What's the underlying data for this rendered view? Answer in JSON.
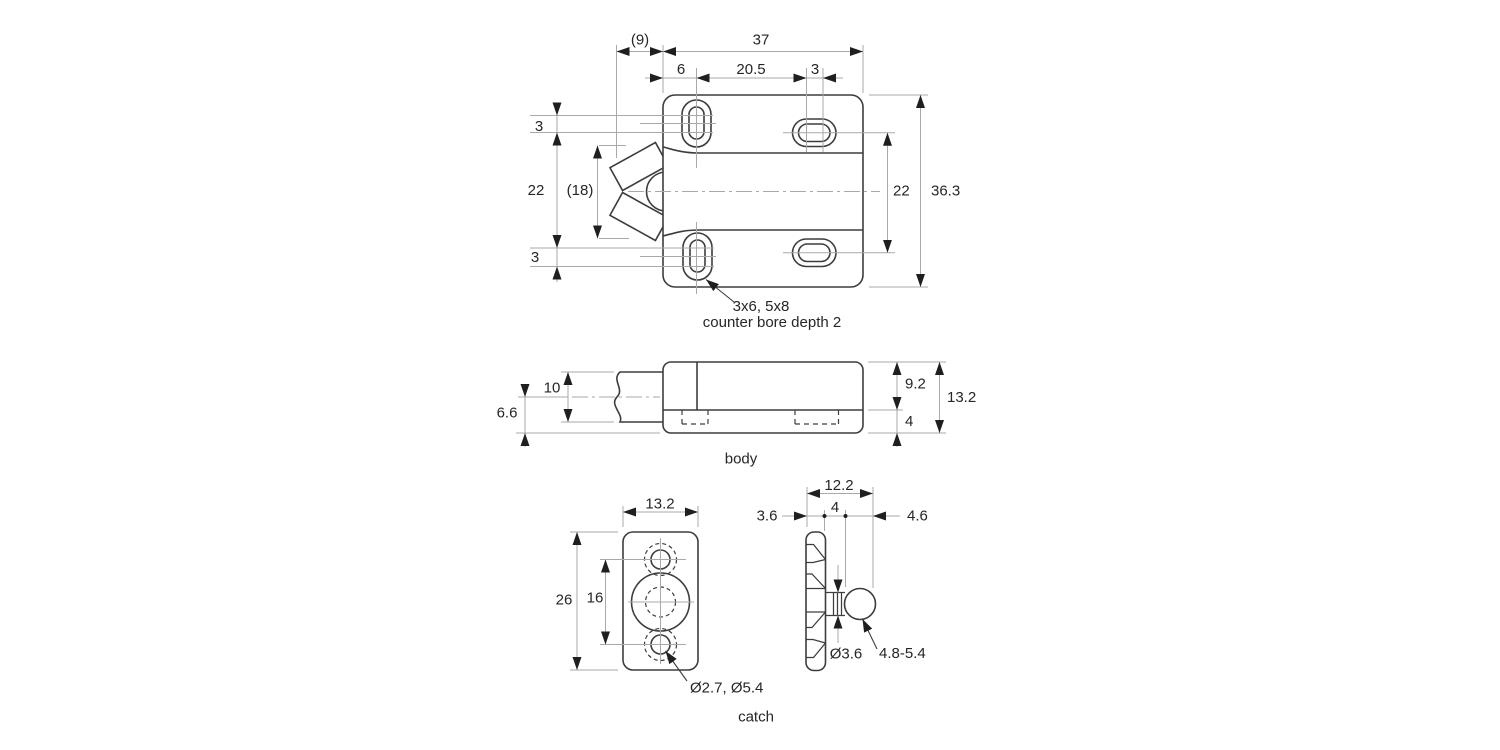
{
  "drawing": {
    "title_hint": "touch latch technical drawing",
    "colors": {
      "background": "#ffffff",
      "geometry_line": "#3d3d3d",
      "dimension_line": "#a9a9a9",
      "arrow": "#1f1f1f",
      "text": "#262626"
    },
    "plan": {
      "dim_offset_lever": "(9)",
      "dim_width_total": "37",
      "dim_slot_left": "6",
      "dim_slot_span": "20.5",
      "dim_slot_right": "3",
      "dim_top_slot": "3",
      "dim_slots_vertical_left": "22",
      "dim_lever": "(18)",
      "dim_bottom_slot": "3",
      "dim_slots_vertical_right": "22",
      "dim_height_total": "36.3",
      "note_slots": "3x6, 5x8",
      "note_counterbore": "counter bore depth 2"
    },
    "body": {
      "dim_center_to_bottom": "6.6",
      "dim_pin_diameter": "10",
      "dim_upper_height": "9.2",
      "dim_base_height": "4",
      "dim_total_height": "13.2",
      "label": "body"
    },
    "catch_front": {
      "dim_width": "13.2",
      "dim_height": "26",
      "dim_hole_spacing": "16",
      "note_holes": "Ø2.7, Ø5.4",
      "label": "catch"
    },
    "catch_side": {
      "dim_width_total": "12.2",
      "dim_stem": "4",
      "dim_plate_thickness": "3.6",
      "dim_ball_zone": "4.6",
      "note_stem_diameter": "Ø3.6",
      "note_ball_diameter": "4.8-5.4"
    }
  }
}
